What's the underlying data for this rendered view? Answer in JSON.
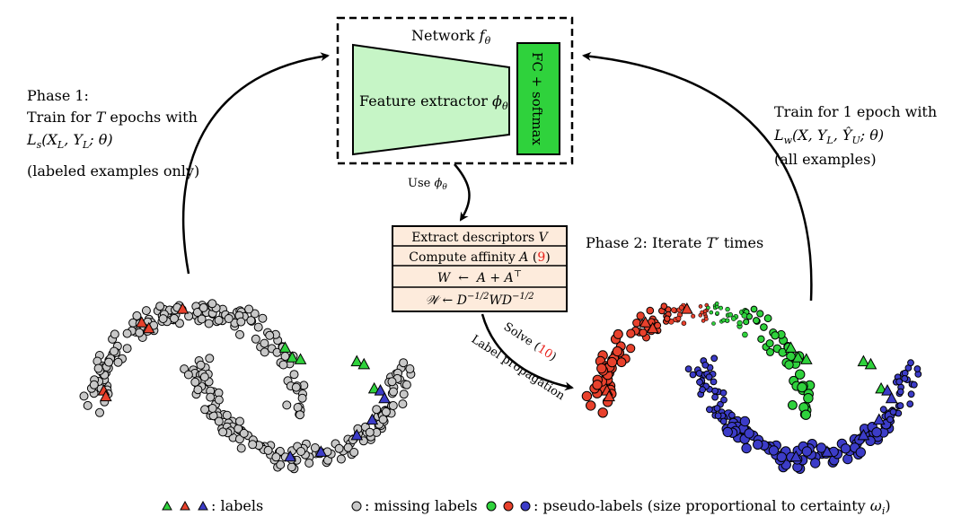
{
  "network": {
    "title_prefix": "Network ",
    "title_var": "f",
    "title_sub": "θ",
    "feature_extractor_label": "Feature extractor ",
    "feature_var": "ϕ",
    "feature_sub": "θ",
    "fc_label": "FC + softmax"
  },
  "phase1": {
    "line1": "Phase 1:",
    "line2_a": "Train for ",
    "line2_var": "T",
    "line2_b": " epochs with",
    "line3": "L",
    "line3_sub": "s",
    "line3_args": "(X",
    "line3_sub2": "L",
    "line3_mid": ", Y",
    "line3_sub3": "L",
    "line3_end": "; θ)",
    "line4": "(labeled examples only)"
  },
  "phase2_right": {
    "line1": "Train for 1 epoch with",
    "line2": "L",
    "line2_sub": "w",
    "line2_args": "(X, Y",
    "line2_sub2": "L",
    "line2_mid": ", Ŷ",
    "line2_sub3": "U",
    "line2_end": "; θ)",
    "line3": "(all examples)"
  },
  "use_phi": {
    "prefix": "Use ",
    "var": "ϕ",
    "sub": "θ"
  },
  "steps": {
    "row1_a": "Extract descriptors ",
    "row1_var": "V",
    "row2_a": "Compute affinity ",
    "row2_var": "A",
    "row2_ref_open": " (",
    "row2_ref": "9",
    "row2_ref_close": ")",
    "row3": "W  ←  A + A",
    "row3_sup": "⊤",
    "row4_a": "𝒲 ← D",
    "row4_sup1": "−1/2",
    "row4_b": "WD",
    "row4_sup2": "−1/2"
  },
  "phase2_label": {
    "prefix": "Phase 2: Iterate ",
    "var": "T′",
    "suffix": " times"
  },
  "solve": {
    "prefix": "Solve (",
    "ref": "10",
    "suffix": ")",
    "line2": "Label propagation"
  },
  "legend": {
    "labels_text": ": labels",
    "missing_text": ": missing labels",
    "pseudo_text": ": pseudo-labels (size proportional to certainty ",
    "pseudo_var": "ω",
    "pseudo_sub": "i",
    "pseudo_close": ")"
  },
  "colors": {
    "red": "#e8412c",
    "green": "#2fd23c",
    "blue": "#3c3cc8",
    "gray": "#c8c8c8",
    "light_green": "#c6f5c6",
    "box_fill": "#fdebdc",
    "ref_red": "#e8201a"
  }
}
